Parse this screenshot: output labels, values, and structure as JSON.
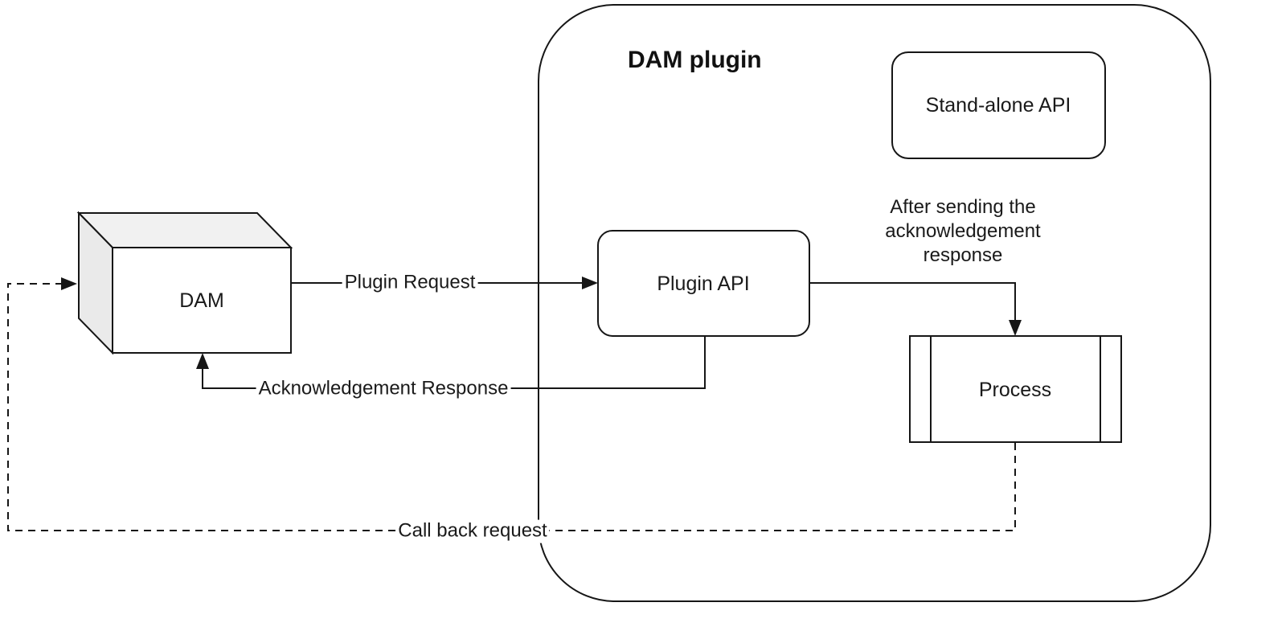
{
  "diagram": {
    "background": "#ffffff",
    "stroke_color": "#161616",
    "text_color": "#1a1a1a",
    "container": {
      "title": "DAM plugin"
    },
    "nodes": {
      "dam": {
        "label": "DAM",
        "shape": "cube",
        "shade_fill": "#efefef"
      },
      "standalone_api": {
        "label": "Stand-alone API",
        "shape": "rounded-rectangle"
      },
      "plugin_api": {
        "label": "Plugin API",
        "shape": "rounded-rectangle"
      },
      "process": {
        "label": "Process",
        "shape": "predefined-process"
      }
    },
    "edges": {
      "plugin_request": {
        "label": "Plugin Request",
        "from": "DAM",
        "to": "Plugin API",
        "style": "solid"
      },
      "acknowledgement_response": {
        "label": "Acknowledgement Response",
        "from": "Plugin API",
        "to": "DAM",
        "style": "solid"
      },
      "plugin_api_to_process": {
        "label": "After sending the acknowledgement response",
        "from": "Plugin API",
        "to": "Process",
        "style": "solid"
      },
      "callback_request": {
        "label": "Call back request",
        "from": "Process",
        "to": "DAM",
        "style": "dashed"
      }
    }
  }
}
